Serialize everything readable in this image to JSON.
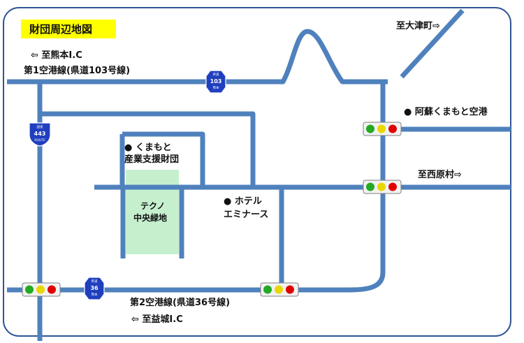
{
  "title": "財団周辺地図",
  "labels": {
    "to_kumamoto_ic": "⇦ 至熊本I.C",
    "airport_line_1": "第1空港線(県道103号線)",
    "to_otsu": "至大津町⇨",
    "aso_airport": "● 阿蘇くまもと空港",
    "to_nishihara": "至西原村⇨",
    "foundation_line1": "● くまもと",
    "foundation_line2": "産業支援財団",
    "hotel_line1": "● ホテル",
    "hotel_line2": "エミナース",
    "techno_line1": "テクノ",
    "techno_line2": "中央緑地",
    "airport_line_2": "第2空港線(県道36号線)",
    "to_mashiki_ic": "⇦ 至益城I.C"
  },
  "shields": {
    "s103": {
      "top": "県道",
      "num": "103",
      "bottom": "熊本"
    },
    "s443": {
      "top": "国道",
      "num": "443",
      "bottom": "ROUTE"
    },
    "s36": {
      "top": "県道",
      "num": "36",
      "bottom": "熊本"
    }
  },
  "colors": {
    "road": "#4f81bd",
    "frame": "#2f5597",
    "title_bg": "#ffff00",
    "green_area": "#c6efce",
    "shield": "#1f3fbf",
    "signal_red": "#e00000",
    "signal_yellow": "#e8d800",
    "signal_green": "#22aa22"
  },
  "icons": [
    "traffic-light-icon",
    "route-shield-icon",
    "building-marker-icon"
  ]
}
